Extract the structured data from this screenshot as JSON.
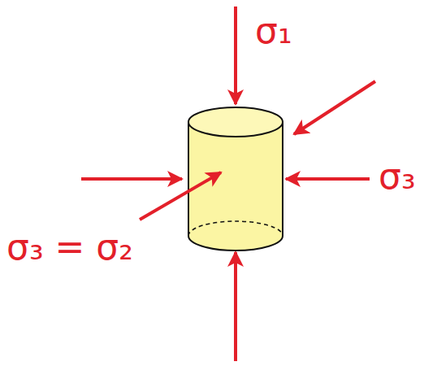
{
  "diagram": {
    "labels": [
      "σ₁",
      "σ₃",
      "σ₃ = σ₂"
    ]
  }
}
